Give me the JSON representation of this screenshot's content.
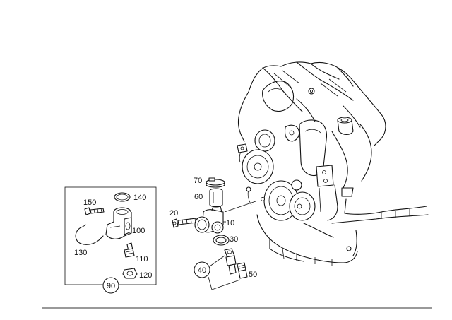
{
  "callouts": {
    "p10": "10",
    "p20": "20",
    "p30": "30",
    "p40": "40",
    "p50": "50",
    "p60": "60",
    "p70": "70",
    "p90": "90",
    "p100": "100",
    "p110": "110",
    "p120": "120",
    "p130": "130",
    "p140": "140",
    "p150": "150"
  }
}
